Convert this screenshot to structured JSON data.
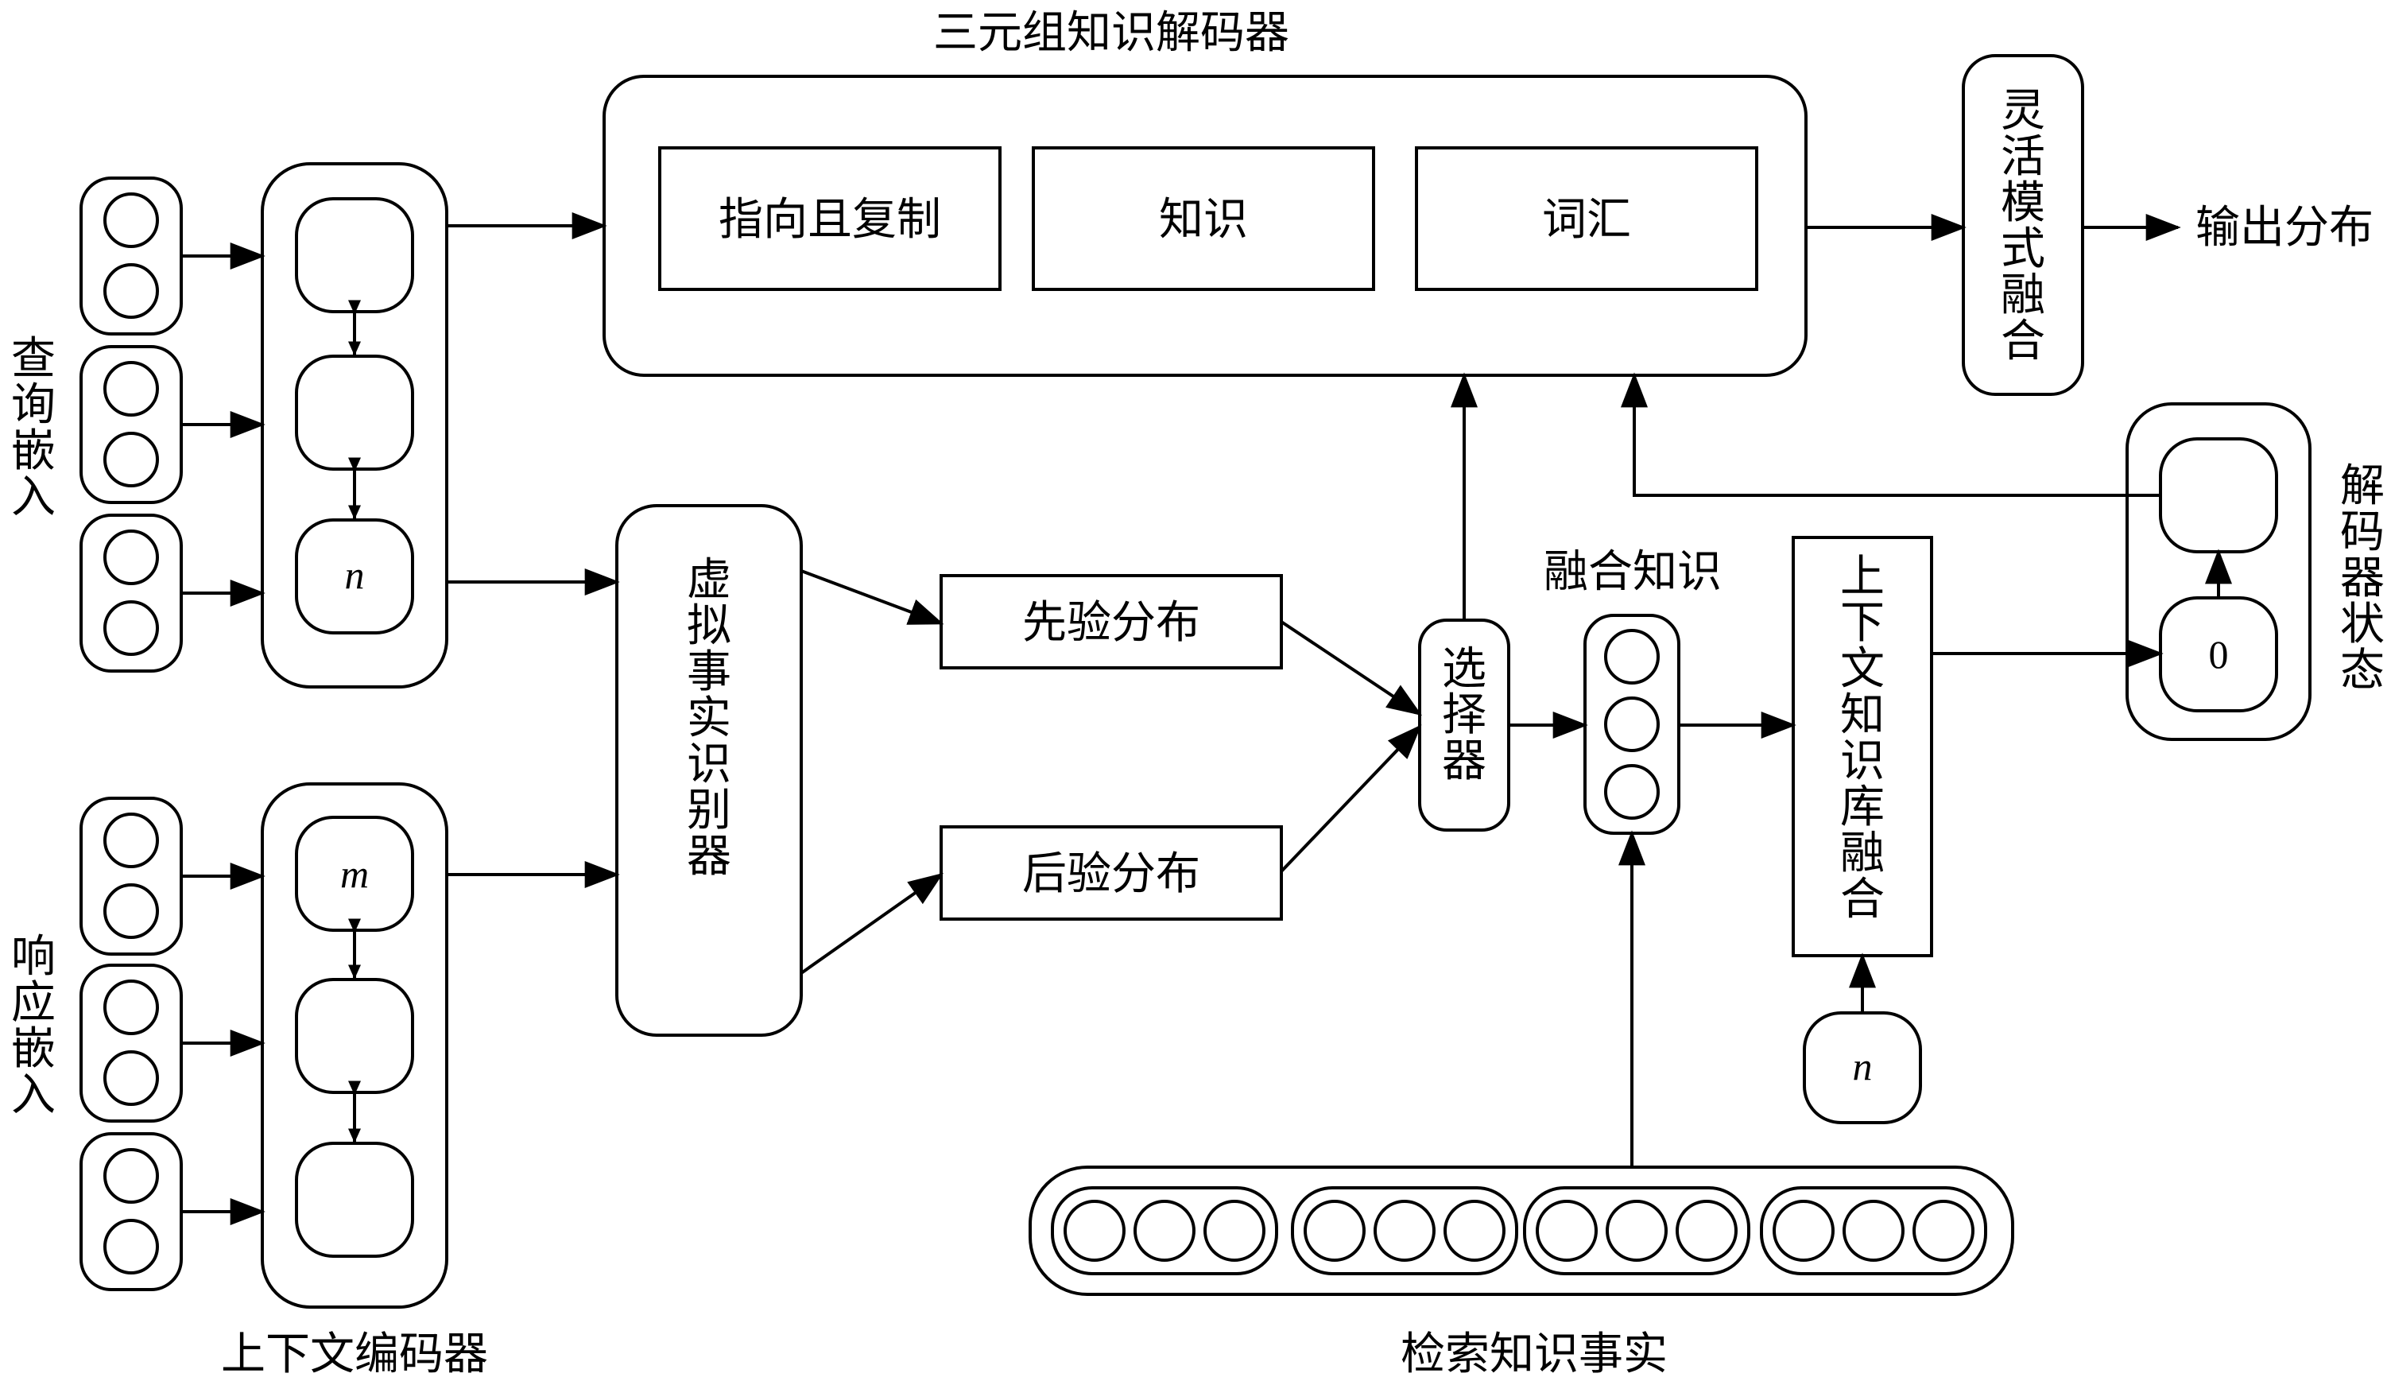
{
  "title": "三元组知识解码器",
  "decoder": {
    "pointer_copy": "指向且复制",
    "knowledge": "知识",
    "vocabulary": "词汇"
  },
  "flexible_fusion": "灵活模式融合",
  "output": "输出分布",
  "query_embedding": "查询嵌入",
  "response_embedding": "响应嵌入",
  "context_encoder": "上下文编码器",
  "encoder_top_last": "n",
  "encoder_bottom_first": "m",
  "virtual_fact_recognizer": "虚拟事实识别器",
  "prior": "先验分布",
  "posterior": "后验分布",
  "selector": "选择器",
  "fused_knowledge": "融合知识",
  "context_kb_fusion": "上下文知识库融合",
  "kb_input_node": "n",
  "decoder_state": "解码器状态",
  "decoder_state_zero": "0",
  "retrieved_facts": "检索知识事实"
}
